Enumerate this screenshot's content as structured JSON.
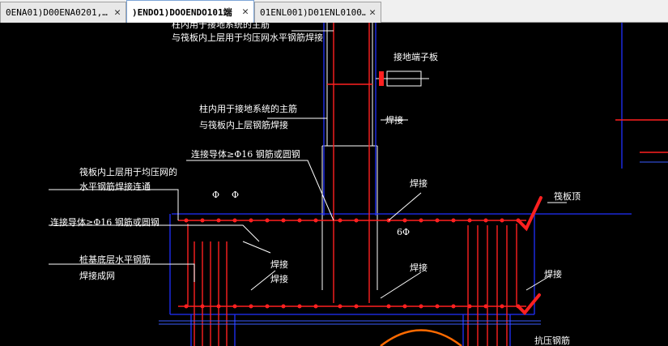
{
  "tabs": [
    {
      "label": "0ENA01)D00ENA0201,…",
      "close": "✕"
    },
    {
      "label": ")ENDO1)DOOENDO101端",
      "close": "✕"
    },
    {
      "label": "01ENL001)D01ENL0100…",
      "close": "✕"
    }
  ],
  "drawing": {
    "labels": {
      "l1": "柱内用于接地系统的主筋",
      "l2": "与筏板内上层用于均压网水平钢筋焊接",
      "l3": "接地端子板",
      "l4": "柱内用于接地系统的主筋",
      "l5": "与筏板内上层钢筋焊接",
      "l6": "焊接",
      "l7": "连接导体≥Φ16 钢筋或圆钢",
      "l8": "筏板内上层用于均压网的",
      "l9": "水平钢筋焊接连通",
      "l10": "焊接",
      "l11": "筏板顶",
      "l12": "连接导体≥Φ16 钢筋或圆钢",
      "l13": "桩基底层水平钢筋",
      "l14": "焊接成网",
      "l15": "焊接",
      "l16": "焊接",
      "l17": "焊接",
      "l18": "焊接",
      "l19": "6Φ",
      "l20": "Φ",
      "l21": "Φ",
      "l22": "抗压钢筋"
    },
    "colors": {
      "background": "#000000",
      "red": "#ff2020",
      "blue": "#2030ff",
      "white": "#ffffff",
      "orange": "#ff6a00"
    }
  }
}
